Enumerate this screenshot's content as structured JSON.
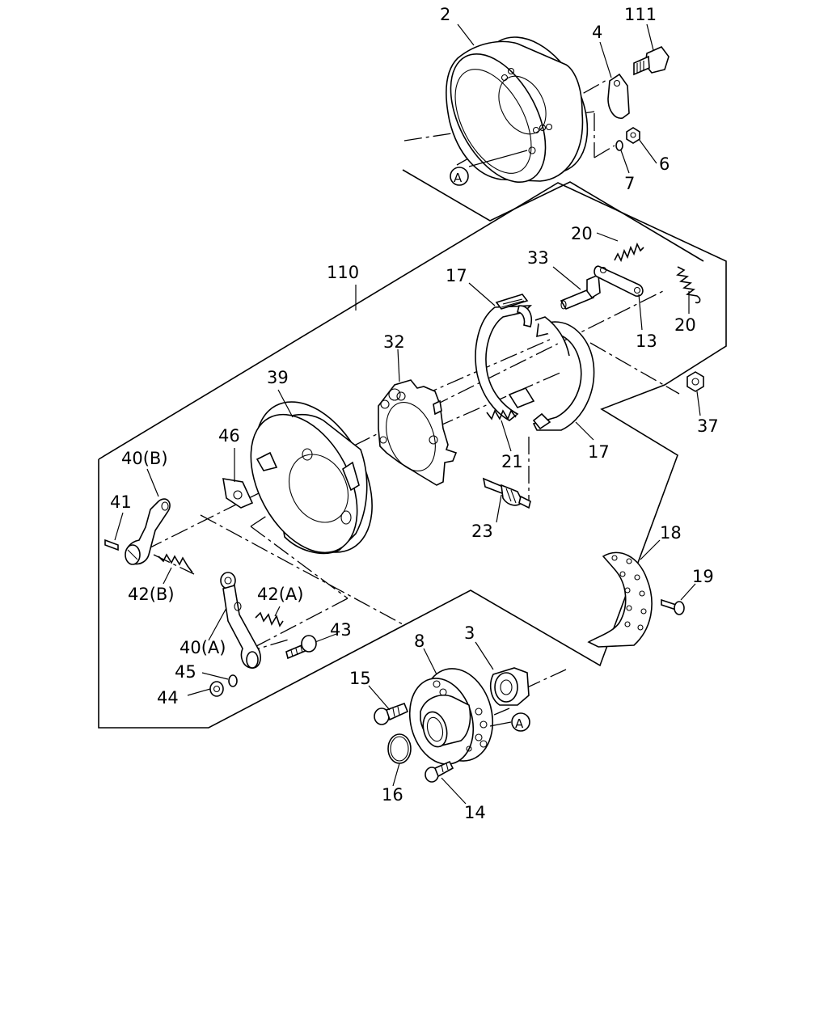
{
  "labels": {
    "p2": "2",
    "p111": "111",
    "p4": "4",
    "p6": "6",
    "p7": "7",
    "markA_top": "A",
    "p110": "110",
    "p17a": "17",
    "p33": "33",
    "p20a": "20",
    "p20b": "20",
    "p13": "13",
    "p32": "32",
    "p39": "39",
    "p37": "37",
    "p17b": "17",
    "p21": "21",
    "p23": "23",
    "p46": "46",
    "p40B": "40(B)",
    "p41": "41",
    "p42B": "42(B)",
    "p18": "18",
    "p19": "19",
    "p42A": "42(A)",
    "p43": "43",
    "p40A": "40(A)",
    "p45": "45",
    "p44": "44",
    "p8": "8",
    "p3": "3",
    "p15": "15",
    "markA_bottom": "A",
    "p16": "16",
    "p14": "14"
  }
}
